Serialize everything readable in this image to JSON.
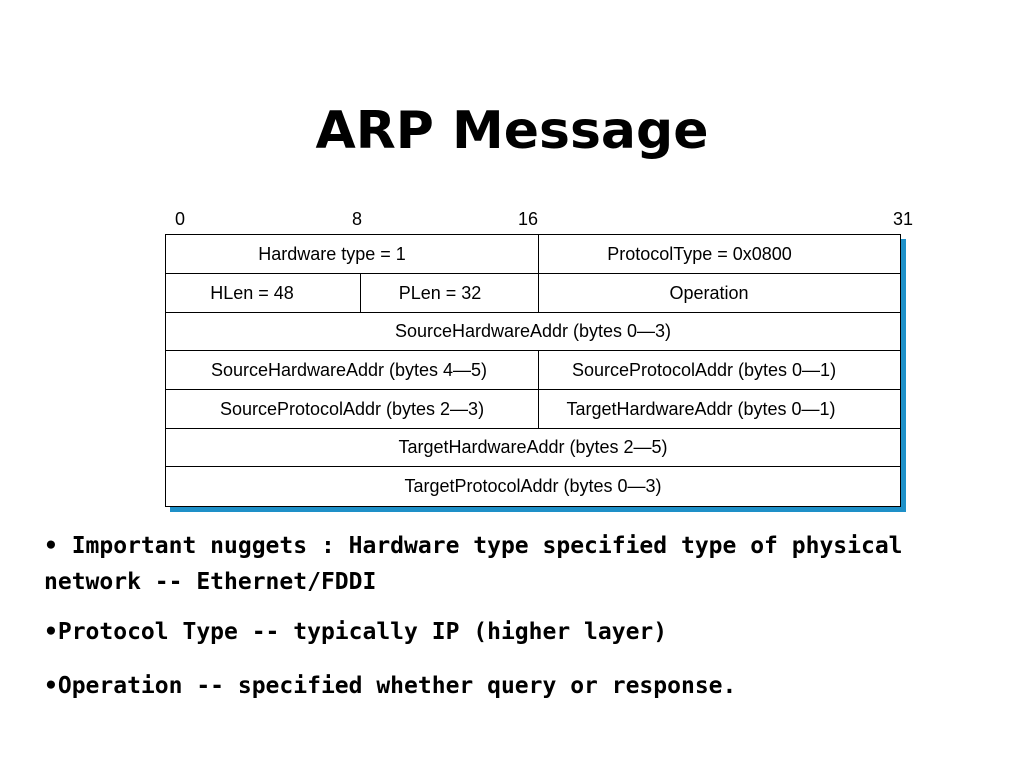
{
  "slide": {
    "title": "ARP Message"
  },
  "diagram": {
    "bit_labels": [
      "0",
      "8",
      "16",
      "31"
    ],
    "rows": [
      [
        "Hardware type = 1",
        "ProtocolType = 0x0800"
      ],
      [
        "HLen = 48",
        "PLen = 32",
        "Operation"
      ],
      [
        "SourceHardwareAddr (bytes 0—3)"
      ],
      [
        "SourceHardwareAddr (bytes 4—5)",
        "SourceProtocolAddr (bytes 0—1)"
      ],
      [
        "SourceProtocolAddr (bytes 2—3)",
        "TargetHardwareAddr (bytes 0—1)"
      ],
      [
        "TargetHardwareAddr (bytes 2—5)"
      ],
      [
        "TargetProtocolAddr (bytes 0—3)"
      ]
    ],
    "accent_color": "#1e90c8"
  },
  "bullets": [
    "• Important nuggets : Hardware type specified type of physical network -- Ethernet/FDDI",
    "•Protocol Type -- typically IP (higher layer)",
    "•Operation -- specified whether query or response."
  ]
}
